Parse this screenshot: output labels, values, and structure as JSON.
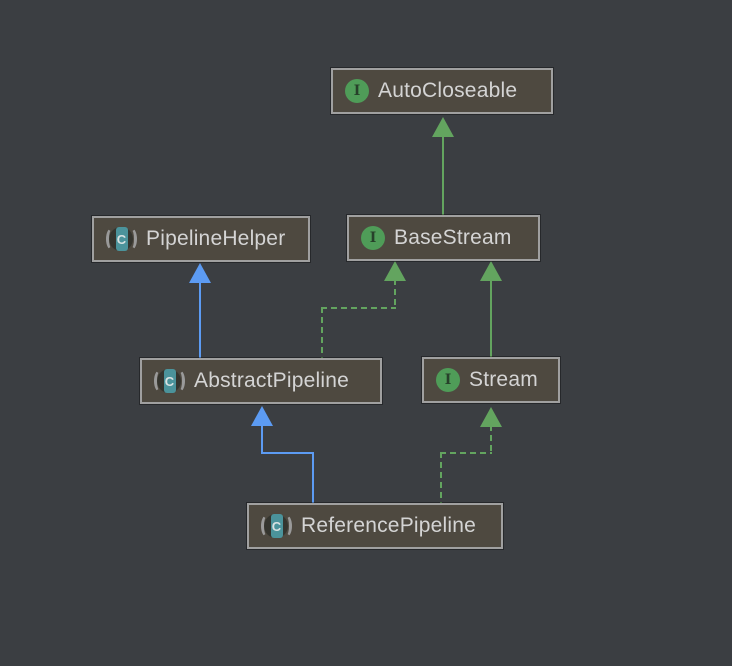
{
  "diagram": {
    "nodes": [
      {
        "id": "autocloseable",
        "label": "AutoCloseable",
        "kind": "interface",
        "icon": "interface-icon",
        "icon_letter": "I"
      },
      {
        "id": "pipelinehelper",
        "label": "PipelineHelper",
        "kind": "abstract-class",
        "icon": "abstract-class-icon",
        "icon_letter": "C"
      },
      {
        "id": "basestream",
        "label": "BaseStream",
        "kind": "interface",
        "icon": "interface-icon",
        "icon_letter": "I"
      },
      {
        "id": "abstractpipeline",
        "label": "AbstractPipeline",
        "kind": "abstract-class",
        "icon": "abstract-class-icon",
        "icon_letter": "C"
      },
      {
        "id": "stream",
        "label": "Stream",
        "kind": "interface",
        "icon": "interface-icon",
        "icon_letter": "I"
      },
      {
        "id": "referencepipeline",
        "label": "ReferencePipeline",
        "kind": "abstract-class",
        "icon": "abstract-class-icon",
        "icon_letter": "C"
      }
    ],
    "edges": [
      {
        "from": "BaseStream",
        "to": "AutoCloseable",
        "relation": "extends",
        "style": "solid-green"
      },
      {
        "from": "AbstractPipeline",
        "to": "PipelineHelper",
        "relation": "extends",
        "style": "solid-blue"
      },
      {
        "from": "AbstractPipeline",
        "to": "BaseStream",
        "relation": "implements",
        "style": "dashed-green"
      },
      {
        "from": "Stream",
        "to": "BaseStream",
        "relation": "extends",
        "style": "solid-green"
      },
      {
        "from": "ReferencePipeline",
        "to": "AbstractPipeline",
        "relation": "extends",
        "style": "solid-blue"
      },
      {
        "from": "ReferencePipeline",
        "to": "Stream",
        "relation": "implements",
        "style": "dashed-green"
      }
    ],
    "colors": {
      "canvas_bg": "#3b3e42",
      "node_fill": "#4e4940",
      "node_border": "#a0a0a0",
      "label_color": "#d4d4d4",
      "edge_green": "#63a45f",
      "edge_blue": "#5c9bf3",
      "iface_green": "#4f9c58",
      "abstract_teal": "#4b939b",
      "paren_gray": "#9a9a9a"
    }
  }
}
